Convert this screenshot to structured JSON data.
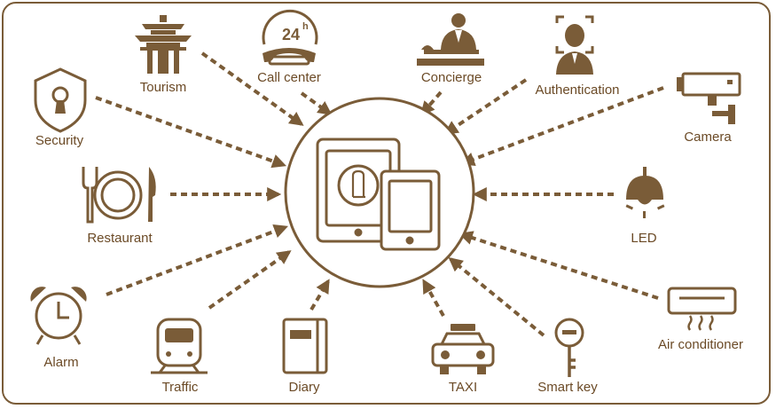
{
  "colors": {
    "primary": "#7a5c38",
    "text": "#6b4a26",
    "background": "#ffffff"
  },
  "center": {
    "icon": "tablet-and-phone-with-hotel-door-icon"
  },
  "nodes": [
    {
      "id": "tourism",
      "label": "Tourism",
      "icon": "pagoda-icon"
    },
    {
      "id": "call-center",
      "label": "Call center",
      "icon": "24h-phone-icon"
    },
    {
      "id": "concierge",
      "label": "Concierge",
      "icon": "concierge-desk-icon"
    },
    {
      "id": "authentication",
      "label": "Authentication",
      "icon": "face-scan-icon"
    },
    {
      "id": "security",
      "label": "Security",
      "icon": "shield-keyhole-icon"
    },
    {
      "id": "camera",
      "label": "Camera",
      "icon": "cctv-camera-icon"
    },
    {
      "id": "restaurant",
      "label": "Restaurant",
      "icon": "plate-fork-knife-icon"
    },
    {
      "id": "led",
      "label": "LED",
      "icon": "ceiling-lamp-icon"
    },
    {
      "id": "alarm",
      "label": "Alarm",
      "icon": "alarm-clock-icon"
    },
    {
      "id": "air-conditioner",
      "label": "Air conditioner",
      "icon": "air-conditioner-icon"
    },
    {
      "id": "traffic",
      "label": "Traffic",
      "icon": "train-icon"
    },
    {
      "id": "diary",
      "label": "Diary",
      "icon": "book-icon"
    },
    {
      "id": "taxi",
      "label": "TAXI",
      "icon": "taxi-icon"
    },
    {
      "id": "smart-key",
      "label": "Smart key",
      "icon": "key-icon"
    }
  ]
}
